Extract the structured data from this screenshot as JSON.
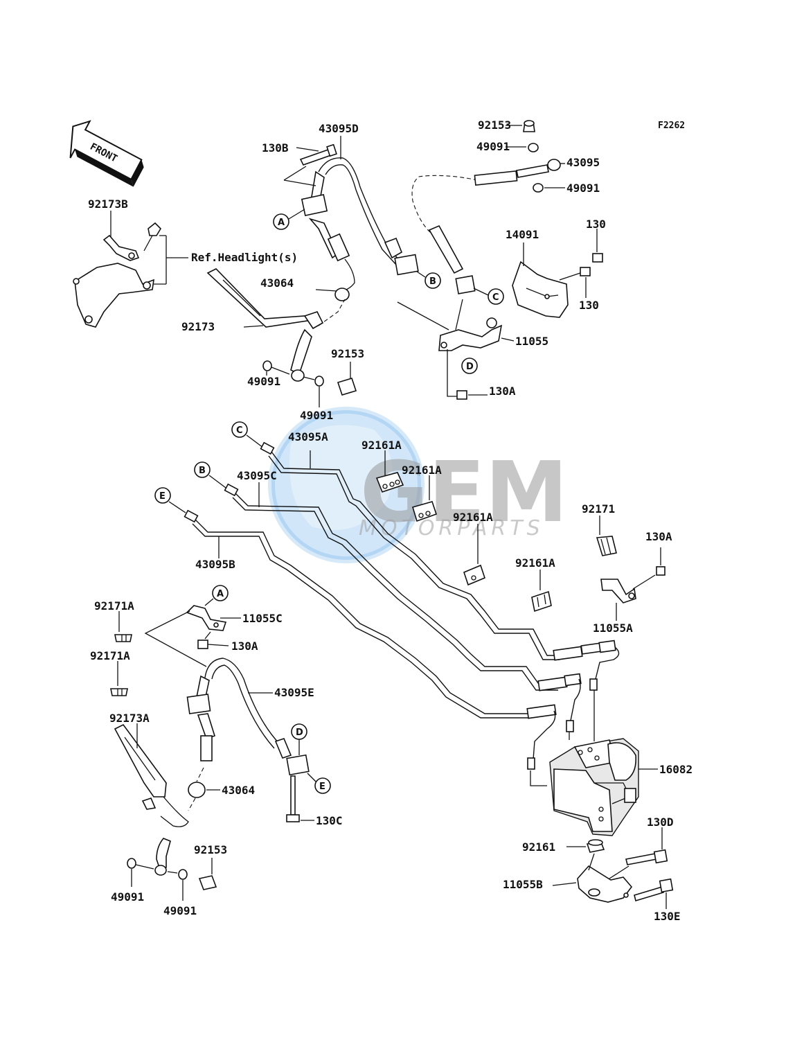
{
  "figure_code": "F2262",
  "front_label": "FRONT",
  "ref_note": "Ref.Headlight(s)",
  "watermark": {
    "brand": "GEM",
    "sub": "MOTORPARTS"
  },
  "parts": {
    "p_43095D": "43095D",
    "p_130B": "130B",
    "p_92153_top": "92153",
    "p_49091_top1": "49091",
    "p_43095": "43095",
    "p_49091_top2": "49091",
    "p_92173B": "92173B",
    "p_130_1": "130",
    "p_14091": "14091",
    "p_130_2": "130",
    "p_43064_top": "43064",
    "p_92173": "92173",
    "p_11055": "11055",
    "p_92153_mid": "92153",
    "p_49091_mid1": "49091",
    "p_49091_mid2": "49091",
    "p_130A_top": "130A",
    "p_43095A": "43095A",
    "p_92161A_1": "92161A",
    "p_92161A_2": "92161A",
    "p_43095C": "43095C",
    "p_92161A_3": "92161A",
    "p_92171": "92171",
    "p_130A_right": "130A",
    "p_92161A_4": "92161A",
    "p_43095B": "43095B",
    "p_11055A": "11055A",
    "p_92171A_1": "92171A",
    "p_11055C": "11055C",
    "p_92171A_2": "92171A",
    "p_130A_left": "130A",
    "p_43095E": "43095E",
    "p_92173A": "92173A",
    "p_16082": "16082",
    "p_43064_bot": "43064",
    "p_130C": "130C",
    "p_130D": "130D",
    "p_92153_bot": "92153",
    "p_92161": "92161",
    "p_11055B": "11055B",
    "p_49091_bot1": "49091",
    "p_49091_bot2": "49091",
    "p_130E": "130E"
  },
  "callouts": {
    "A": "A",
    "B": "B",
    "C": "C",
    "D": "D",
    "E": "E"
  },
  "colors": {
    "ink": "#111111",
    "watermark_blue": "#5aa7e6",
    "watermark_gray": "#9a9a9a"
  }
}
